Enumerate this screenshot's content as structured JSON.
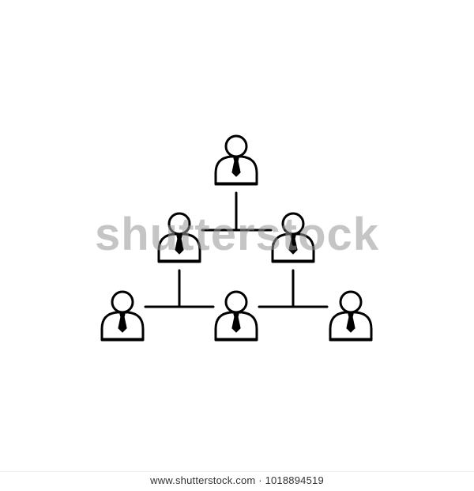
{
  "image": {
    "background_color": "#ffffff",
    "line_color": "#000000"
  },
  "diagram": {
    "type": "org-chart-hierarchy",
    "icon": "person-with-tie-icon",
    "levels": [
      1,
      2,
      3
    ]
  },
  "watermark": {
    "text": "shutterstock"
  },
  "footer": {
    "text": "www.shutterstock.com · 1018894519"
  }
}
